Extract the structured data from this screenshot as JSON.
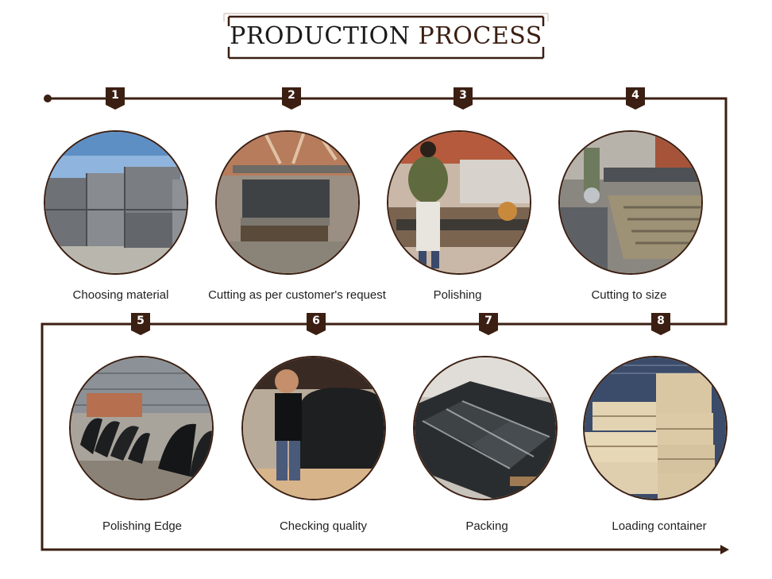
{
  "title": {
    "main": "PRODUCTION",
    "accent": "PROCESS"
  },
  "colors": {
    "line": "#3b1f12",
    "accent": "#3b1f12"
  },
  "steps": [
    {
      "number": "1",
      "label": "Choosing material",
      "image": "granite-blocks"
    },
    {
      "number": "2",
      "label": "Cutting as per customer's request",
      "image": "block-cutting-saw"
    },
    {
      "number": "3",
      "label": "Polishing",
      "image": "worker-polishing-machine"
    },
    {
      "number": "4",
      "label": "Cutting to size",
      "image": "bridge-saw-cutting"
    },
    {
      "number": "5",
      "label": "Polishing Edge",
      "image": "edge-polished-slabs"
    },
    {
      "number": "6",
      "label": "Checking quality",
      "image": "worker-checking-headstone"
    },
    {
      "number": "7",
      "label": "Packing",
      "image": "plastic-wrapped-slabs"
    },
    {
      "number": "8",
      "label": "Loading container",
      "image": "crates-in-container"
    }
  ]
}
